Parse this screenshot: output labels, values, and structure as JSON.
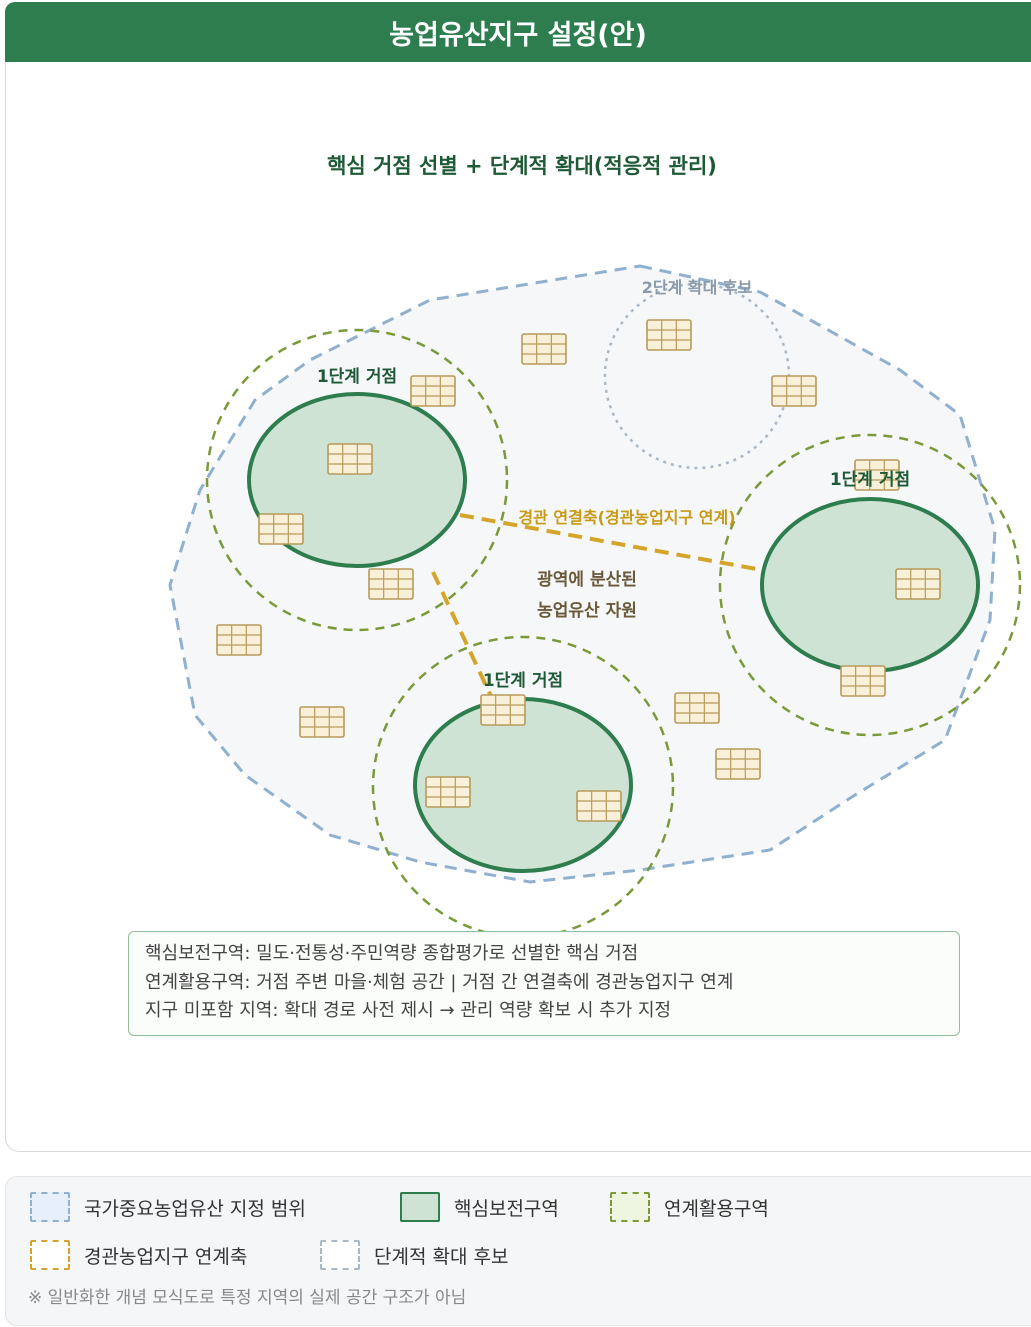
{
  "header": {
    "title": "농업유산지구 설정(안)"
  },
  "subtitle": "핵심 거점 선별 + 단계적 확대(적응적 관리)",
  "diagram": {
    "labels": {
      "phase2_candidate": "2단계 확대 후보",
      "core_left": "1단계 거점",
      "core_right": "1단계 거점",
      "core_bottom": "1단계 거점",
      "axis": "경관 연결축(경관농업지구 연계)",
      "center_line1": "광역에 분산된",
      "center_line2": "농업유산 자원"
    },
    "colors": {
      "header_green": "#2e7d4f",
      "core_stroke": "#2e7d4f",
      "core_fill": "#cfe3d4",
      "link_stroke": "#7a9a3a",
      "axis_gold": "#d4a52a",
      "range_blue": "#8fb0cf",
      "field_fill": "#f8f0d8",
      "field_stroke": "#b89a5a"
    }
  },
  "notes": [
    "핵심보전구역: 밀도·전통성·주민역량 종합평가로 선별한 핵심 거점",
    "연계활용구역: 거점 주변 마을·체험 공간 | 거점 간 연결축에 경관농업지구 연계",
    "지구 미포함 지역: 확대 경로 사전 제시 → 관리 역량 확보 시 추가 지정"
  ],
  "legend": {
    "items": [
      {
        "name": "legend-national-heritage-range",
        "label": "국가중요농업유산 지정 범위"
      },
      {
        "name": "legend-core-conservation",
        "label": "핵심보전구역"
      },
      {
        "name": "legend-linked-use",
        "label": "연계활용구역"
      },
      {
        "name": "legend-landscape-axis",
        "label": "경관농업지구 연계축"
      },
      {
        "name": "legend-expansion-candidate",
        "label": "단계적 확대 후보"
      }
    ],
    "footnote": "※ 일반화한 개념 모식도로 특정 지역의 실제 공간 구조가 아님"
  }
}
